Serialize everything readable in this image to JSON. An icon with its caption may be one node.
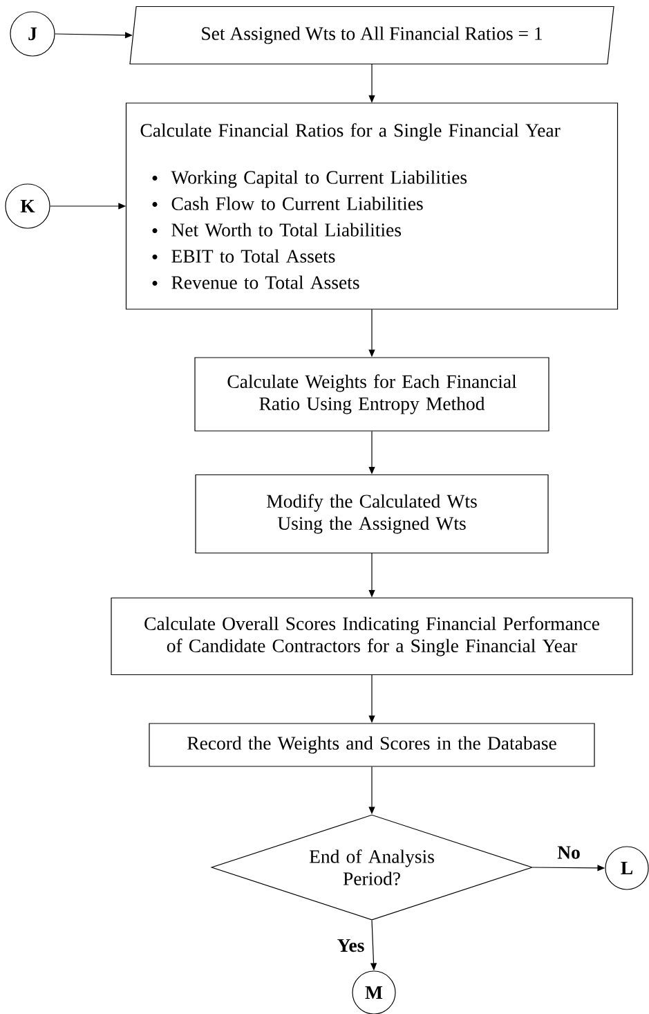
{
  "diagram": {
    "nodes": [
      {
        "text": [
          "J"
        ]
      },
      {
        "text": [
          "Set Assigned Wts to All Financial Ratios = 1"
        ]
      },
      {
        "text": [
          "Calculate Financial Ratios for a Single Financial Year",
          "Working Capital to Current Liabilities",
          "Cash Flow to Current Liabilities",
          "Net Worth to Total Liabilities",
          "EBIT to Total Assets",
          "Revenue to Total Assets"
        ]
      },
      {
        "text": [
          "K"
        ]
      },
      {
        "text": [
          "Calculate Weights for Each Financial Ratio Using Entropy Method"
        ]
      },
      {
        "text": [
          "Modify the Calculated Wts Using the Assigned Wts"
        ]
      },
      {
        "text": [
          "Calculate Overall Scores Indicating Financial Performance of Candidate Contractors for a Single Financial Year"
        ]
      },
      {
        "text": [
          "Record the Weights and Scores in the Database"
        ]
      },
      {
        "text": [
          "End of Analysis Period?"
        ]
      },
      {
        "text": [
          "L"
        ]
      },
      {
        "text": [
          "M"
        ]
      }
    ],
    "edges": [
      {
        "from": 0,
        "to": 1,
        "arrow": "to"
      },
      {
        "from": 1,
        "to": 2,
        "arrow": "to"
      },
      {
        "from": 3,
        "to": 2,
        "arrow": "to"
      },
      {
        "from": 2,
        "to": 4,
        "arrow": "to"
      },
      {
        "from": 4,
        "to": 5,
        "arrow": "to"
      },
      {
        "from": 5,
        "to": 6,
        "arrow": "to"
      },
      {
        "from": 6,
        "to": 7,
        "arrow": "to"
      },
      {
        "from": 7,
        "to": 8,
        "arrow": "to"
      },
      {
        "from": 8,
        "to": 9,
        "label": "No",
        "arrow": "to"
      },
      {
        "from": 8,
        "to": 10,
        "label": "Yes",
        "arrow": "to"
      }
    ]
  }
}
